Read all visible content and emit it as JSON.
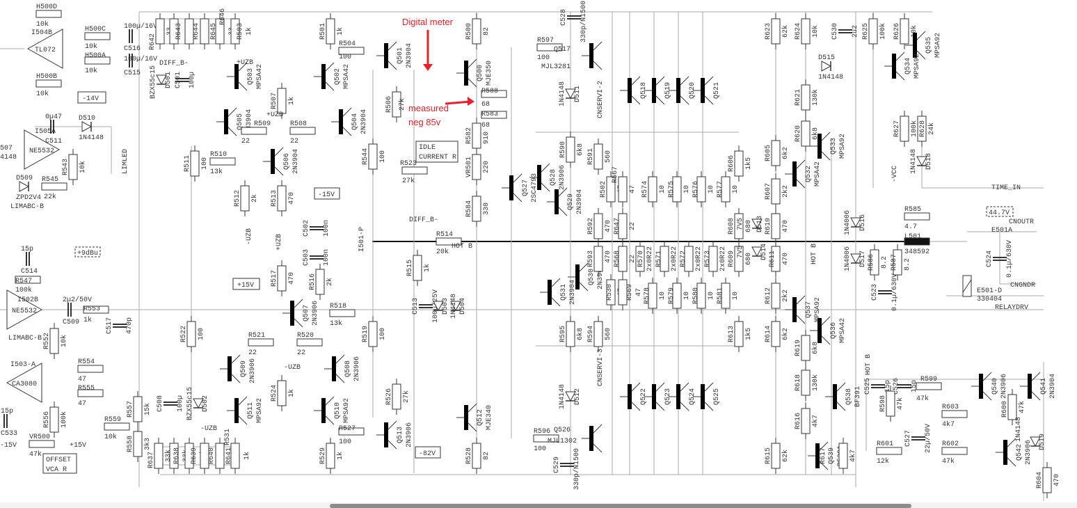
{
  "colors": {
    "ink": "#333333",
    "wire": "#aaaaaa",
    "annotation": "#e8202a",
    "scrollbar": "#8c8c8c"
  },
  "annotations": [
    {
      "text": "Digital meter"
    },
    {
      "text": "measured"
    },
    {
      "text": "neg 85v"
    }
  ],
  "boxes": [
    {
      "text": "-14V"
    },
    {
      "text": "-15V"
    },
    {
      "text": "+15V"
    },
    {
      "text": "+9dBu"
    },
    {
      "text": "IDLE"
    },
    {
      "text": "CURRENT R"
    },
    {
      "text": "OFFSET"
    },
    {
      "text": "VCA R"
    },
    {
      "text": "-82V"
    },
    {
      "text": "44.7V"
    }
  ],
  "net_labels": [
    {
      "text": "DIFF_B-"
    },
    {
      "text": "DIFF_B-"
    },
    {
      "text": "HOT B"
    },
    {
      "text": "HOT B"
    },
    {
      "text": "HOT B"
    },
    {
      "text": "+UZB"
    },
    {
      "text": "+UZB"
    },
    {
      "text": "-UZB"
    },
    {
      "text": "+UZB"
    },
    {
      "text": "-UZB"
    },
    {
      "text": "-UZB"
    },
    {
      "text": "LIMLED"
    },
    {
      "text": "LIMABC-B"
    },
    {
      "text": "LIMABC-B"
    },
    {
      "text": "I501-P"
    },
    {
      "text": "CNSERVI-2"
    },
    {
      "text": "CNSERVI-3"
    },
    {
      "text": "-VCC"
    },
    {
      "text": "TIME_IN"
    },
    {
      "text": "E501A"
    },
    {
      "text": "CNOUTR"
    },
    {
      "text": "CNGNDR"
    },
    {
      "text": "RELAYDRV"
    },
    {
      "text": "-15V"
    },
    {
      "text": "+15V"
    },
    {
      "text": "507"
    },
    {
      "text": "4148"
    }
  ],
  "components": [
    {
      "ref": "H500D",
      "value": "10k"
    },
    {
      "ref": "H500C",
      "value": "10k"
    },
    {
      "ref": "H500A",
      "value": "10k"
    },
    {
      "ref": "H500B",
      "value": "10k"
    },
    {
      "ref": "I504B",
      "value": "TL072"
    },
    {
      "ref": "C516",
      "value": "100µ/16V"
    },
    {
      "ref": "C515",
      "value": "100µ/16V"
    },
    {
      "ref": "R642",
      "value": "33"
    },
    {
      "ref": "R643",
      "value": "33"
    },
    {
      "ref": "R644",
      "value": "33"
    },
    {
      "ref": "R645",
      "value": "33"
    },
    {
      "ref": "R646",
      "value": "33"
    },
    {
      "ref": "R503",
      "value": "1k"
    },
    {
      "ref": "D501",
      "value": "BZX55c15"
    },
    {
      "ref": "C501",
      "value": "100µ"
    },
    {
      "ref": "I505A",
      "value": "NE5532"
    },
    {
      "ref": "C511",
      "value": "0µ47"
    },
    {
      "ref": "D510",
      "value": "1N4148"
    },
    {
      "ref": "R543",
      "value": "10k"
    },
    {
      "ref": "D509",
      "value": "ZPD2V4"
    },
    {
      "ref": "R545",
      "value": "22k"
    },
    {
      "ref": "C514",
      "value": "15p"
    },
    {
      "ref": "R547",
      "value": "100k"
    },
    {
      "ref": "I502B",
      "value": "NE5532"
    },
    {
      "ref": "C509",
      "value": "2µ2/50V"
    },
    {
      "ref": "R553",
      "value": "1k"
    },
    {
      "ref": "C517",
      "value": "470p"
    },
    {
      "ref": "R552",
      "value": "10k"
    },
    {
      "ref": "I503-A",
      "value": "CA3080"
    },
    {
      "ref": "R554",
      "value": "47"
    },
    {
      "ref": "R555",
      "value": "47"
    },
    {
      "ref": "C533",
      "value": "15p"
    },
    {
      "ref": "R556",
      "value": "100k"
    },
    {
      "ref": "VR500",
      "value": "47k"
    },
    {
      "ref": "R557",
      "value": "15k"
    },
    {
      "ref": "R559",
      "value": "10k"
    },
    {
      "ref": "R558",
      "value": "3k3"
    },
    {
      "ref": "R637",
      "value": "33k"
    },
    {
      "ref": "R638",
      "value": "33k"
    },
    {
      "ref": "R639",
      "value": "33k"
    },
    {
      "ref": "R640",
      "value": "33k"
    },
    {
      "ref": "R641",
      "value": "33k"
    },
    {
      "ref": "R531",
      "value": "1k"
    },
    {
      "ref": "R511",
      "value": "100"
    },
    {
      "ref": "R510",
      "value": "13k"
    },
    {
      "ref": "Q506",
      "value": "2N3904"
    },
    {
      "ref": "R512",
      "value": "2k"
    },
    {
      "ref": "R513",
      "value": "470"
    },
    {
      "ref": "Q503",
      "value": "MPSA42"
    },
    {
      "ref": "Q502",
      "value": "MPSA42"
    },
    {
      "ref": "R507",
      "value": "1k"
    },
    {
      "ref": "Q505",
      "value": "2N3904"
    },
    {
      "ref": "Q504",
      "value": "2N3904"
    },
    {
      "ref": "R509",
      "value": "22"
    },
    {
      "ref": "R508",
      "value": "22"
    },
    {
      "ref": "R501",
      "value": "1k"
    },
    {
      "ref": "R504",
      "value": "100"
    },
    {
      "ref": "Q501",
      "value": "2N3904"
    },
    {
      "ref": "R506",
      "value": "27k"
    },
    {
      "ref": "R544",
      "value": "100"
    },
    {
      "ref": "R523",
      "value": "27k"
    },
    {
      "ref": "R500",
      "value": "82"
    },
    {
      "ref": "Q500",
      "value": "MJE350"
    },
    {
      "ref": "R588",
      "value": "68"
    },
    {
      "ref": "R583",
      "value": "68"
    },
    {
      "ref": "R582",
      "value": "910"
    },
    {
      "ref": "VR501",
      "value": "220"
    },
    {
      "ref": "R584",
      "value": "330"
    },
    {
      "ref": "Q527",
      "value": "2SC4793"
    },
    {
      "ref": "C528",
      "value": "330p/N1500"
    },
    {
      "ref": "R597",
      "value": "100"
    },
    {
      "ref": "Q517",
      "value": "MJL3281"
    },
    {
      "ref": "D511",
      "value": "1N4148"
    },
    {
      "ref": "R590",
      "value": "6k8"
    },
    {
      "ref": "R591",
      "value": "560"
    },
    {
      "ref": "Q528",
      "value": "2N3906"
    },
    {
      "ref": "Q529",
      "value": "2N3904"
    },
    {
      "ref": "Q518",
      "value": ""
    },
    {
      "ref": "Q519",
      "value": ""
    },
    {
      "ref": "Q520",
      "value": ""
    },
    {
      "ref": "Q521",
      "value": ""
    },
    {
      "ref": "R502",
      "value": "47"
    },
    {
      "ref": "R567",
      "value": "47"
    },
    {
      "ref": "R574",
      "value": "10"
    },
    {
      "ref": "R575",
      "value": "10"
    },
    {
      "ref": "R576",
      "value": "10"
    },
    {
      "ref": "R577",
      "value": "10"
    },
    {
      "ref": "R592",
      "value": "470"
    },
    {
      "ref": "R647",
      "value": "22"
    },
    {
      "ref": "R608",
      "value": "680"
    },
    {
      "ref": "R606",
      "value": "1k5"
    },
    {
      "ref": "R605",
      "value": "6k2"
    },
    {
      "ref": "R607",
      "value": "2k2"
    },
    {
      "ref": "R610",
      "value": "470"
    },
    {
      "ref": "D513",
      "value": "7V5"
    },
    {
      "ref": "R623",
      "value": "62k"
    },
    {
      "ref": "R624",
      "value": "10k"
    },
    {
      "ref": "D515",
      "value": "1N4148"
    },
    {
      "ref": "R621",
      "value": "130k"
    },
    {
      "ref": "R620",
      "value": "6k8"
    },
    {
      "ref": "Q532",
      "value": "MPSA42"
    },
    {
      "ref": "Q533",
      "value": "MPSA92"
    },
    {
      "ref": "C530",
      "value": "2u2"
    },
    {
      "ref": "R625",
      "value": "100k"
    },
    {
      "ref": "R626",
      "value": "10k"
    },
    {
      "ref": "Q535",
      "value": "MPSA92"
    },
    {
      "ref": "Q534",
      "value": "MPSA92"
    },
    {
      "ref": "R627",
      "value": "100k"
    },
    {
      "ref": "R628",
      "value": "24k"
    },
    {
      "ref": "D518",
      "value": "1N4148"
    },
    {
      "ref": "D516",
      "value": "1N4006"
    },
    {
      "ref": "D517",
      "value": "1N4006"
    },
    {
      "ref": "R585",
      "value": "4.7"
    },
    {
      "ref": "L501",
      "value": "348592"
    },
    {
      "ref": "R586",
      "value": "8.2"
    },
    {
      "ref": "R587",
      "value": "8.2"
    },
    {
      "ref": "C523",
      "value": "0.1µ/630V"
    },
    {
      "ref": "C524",
      "value": "0.1µ/630V"
    },
    {
      "ref": "E501-D",
      "value": "330404"
    },
    {
      "ref": "R514",
      "value": "20k"
    },
    {
      "ref": "R515",
      "value": "1k"
    },
    {
      "ref": "C513",
      "value": "100µ/25V"
    },
    {
      "ref": "D503",
      "value": ""
    },
    {
      "ref": "D504",
      "value": "1N4148"
    },
    {
      "ref": "C502",
      "value": "100n"
    },
    {
      "ref": "C503",
      "value": "100n"
    },
    {
      "ref": "R517",
      "value": "470"
    },
    {
      "ref": "R516",
      "value": "2k"
    },
    {
      "ref": "R518",
      "value": "13k"
    },
    {
      "ref": "Q507",
      "value": "2N3906"
    },
    {
      "ref": "R521",
      "value": "22"
    },
    {
      "ref": "R520",
      "value": "22"
    },
    {
      "ref": "R522",
      "value": "100"
    },
    {
      "ref": "R519",
      "value": "100"
    },
    {
      "ref": "Q509",
      "value": "2N3906"
    },
    {
      "ref": "Q508",
      "value": "2N3906"
    },
    {
      "ref": "R524",
      "value": "1k"
    },
    {
      "ref": "Q511",
      "value": "MPSA92"
    },
    {
      "ref": "Q510",
      "value": "MPSA92"
    },
    {
      "ref": "C508",
      "value": "100µ"
    },
    {
      "ref": "D502",
      "value": "BZX55c15"
    },
    {
      "ref": "R527",
      "value": "100"
    },
    {
      "ref": "Q513",
      "value": "2N3906"
    },
    {
      "ref": "R526",
      "value": "27k"
    },
    {
      "ref": "R529",
      "value": "1k"
    },
    {
      "ref": "Q512",
      "value": "MJE340"
    },
    {
      "ref": "R528",
      "value": "82"
    },
    {
      "ref": "R596",
      "value": "100"
    },
    {
      "ref": "Q526",
      "value": "MJL1302"
    },
    {
      "ref": "C529",
      "value": "330p/N1500"
    },
    {
      "ref": "D512",
      "value": "1N4148"
    },
    {
      "ref": "R595",
      "value": "6k8"
    },
    {
      "ref": "R594",
      "value": "560"
    },
    {
      "ref": "Q530",
      "value": "2N3906"
    },
    {
      "ref": "Q531",
      "value": "2N3904"
    },
    {
      "ref": "R593",
      "value": "470"
    },
    {
      "ref": "R568",
      "value": "22"
    },
    {
      "ref": "R530",
      "value": "47"
    },
    {
      "ref": "R569",
      "value": "47"
    },
    {
      "ref": "R570",
      "value": "2x0R22"
    },
    {
      "ref": "R571",
      "value": "2x0R22"
    },
    {
      "ref": "R572",
      "value": "2x0R22"
    },
    {
      "ref": "R573",
      "value": "2x0R22"
    },
    {
      "ref": "R578",
      "value": "10"
    },
    {
      "ref": "R579",
      "value": "10"
    },
    {
      "ref": "R580",
      "value": "10"
    },
    {
      "ref": "R581",
      "value": "10"
    },
    {
      "ref": "Q522",
      "value": ""
    },
    {
      "ref": "Q523",
      "value": ""
    },
    {
      "ref": "Q524",
      "value": ""
    },
    {
      "ref": "Q525",
      "value": ""
    },
    {
      "ref": "R609",
      "value": "680"
    },
    {
      "ref": "R613",
      "value": "1k5"
    },
    {
      "ref": "D514",
      "value": "7V5"
    },
    {
      "ref": "R611",
      "value": "470"
    },
    {
      "ref": "R612",
      "value": "2k2"
    },
    {
      "ref": "R614",
      "value": "6k2"
    },
    {
      "ref": "R615",
      "value": "62k"
    },
    {
      "ref": "Q537",
      "value": "MPSA92"
    },
    {
      "ref": "Q536",
      "value": "MPSA42"
    },
    {
      "ref": "R619",
      "value": "6k8"
    },
    {
      "ref": "R618",
      "value": "130k"
    },
    {
      "ref": "R616",
      "value": "4k7"
    },
    {
      "ref": "Q538",
      "value": "BF391"
    },
    {
      "ref": "Q539",
      "value": "BF391"
    },
    {
      "ref": "R617",
      "value": "4k7"
    },
    {
      "ref": "C525",
      "value": "15p"
    },
    {
      "ref": "C526",
      "value": "15p"
    },
    {
      "ref": "R599",
      "value": "47k"
    },
    {
      "ref": "Q540",
      "value": "2N3906"
    },
    {
      "ref": "Q541",
      "value": "2N3904"
    },
    {
      "ref": "R598",
      "value": "47k"
    },
    {
      "ref": "R603",
      "value": "4k7"
    },
    {
      "ref": "R600",
      "value": "47k"
    },
    {
      "ref": "C527",
      "value": "22µ/50V"
    },
    {
      "ref": "R601",
      "value": "12k"
    },
    {
      "ref": "R602",
      "value": "47k"
    },
    {
      "ref": "Q542",
      "value": "2N3906"
    },
    {
      "ref": "D519",
      "value": "1N4148"
    },
    {
      "ref": "R604",
      "value": "470"
    }
  ]
}
